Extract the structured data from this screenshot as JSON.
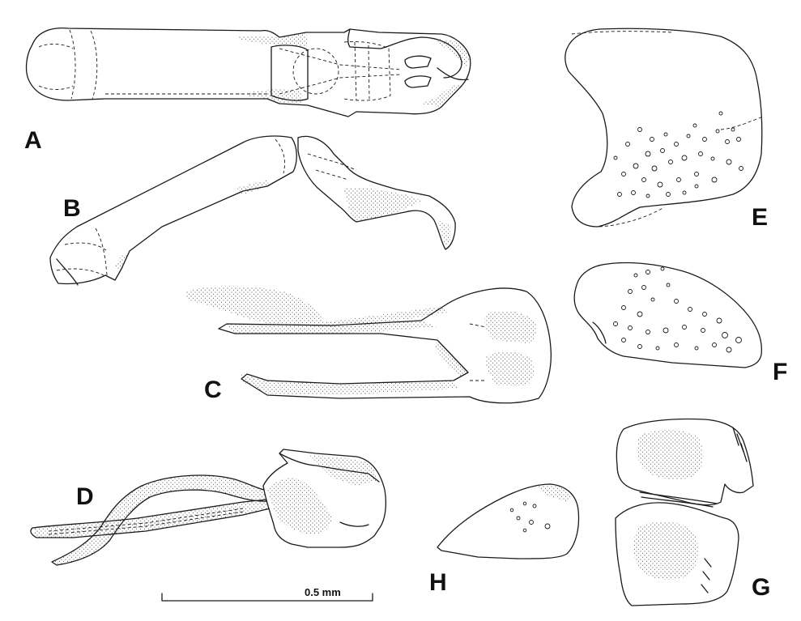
{
  "figure": {
    "panel_labels": {
      "A": "A",
      "B": "B",
      "C": "C",
      "D": "D",
      "E": "E",
      "F": "F",
      "G": "G",
      "H": "H"
    },
    "scale_bar": {
      "label": "0.5 mm"
    }
  }
}
